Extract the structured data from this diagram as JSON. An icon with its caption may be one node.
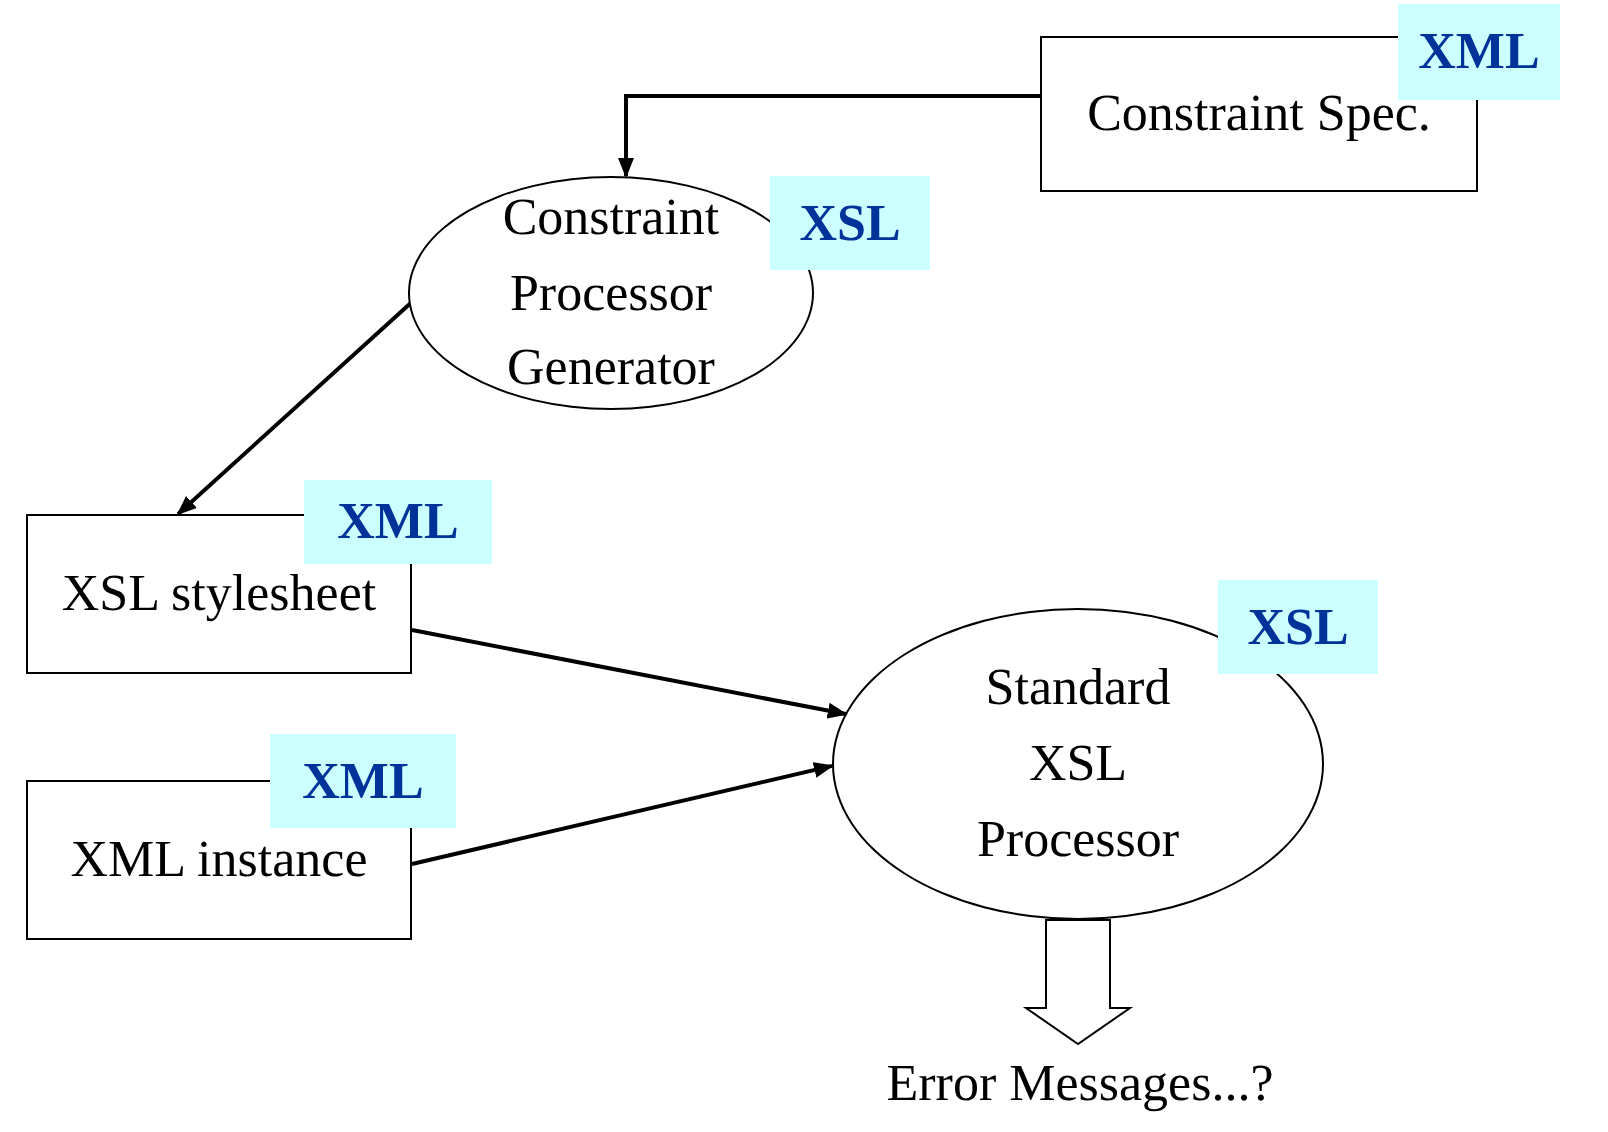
{
  "diagram": {
    "nodes": [
      {
        "text": [
          "Constraint Spec."
        ]
      },
      {
        "text": [
          "XML"
        ]
      },
      {
        "text": [
          "Constraint Processor Generator"
        ]
      },
      {
        "text": [
          "XSL"
        ]
      },
      {
        "text": [
          "XSL stylesheet"
        ]
      },
      {
        "text": [
          "XML"
        ]
      },
      {
        "text": [
          "XML instance"
        ]
      },
      {
        "text": [
          "XML"
        ]
      },
      {
        "text": [
          "Standard XSL Processor"
        ]
      },
      {
        "text": [
          "XSL"
        ]
      },
      {
        "text": [
          "Error Messages...?"
        ]
      }
    ],
    "edges": [
      {
        "from": 0,
        "to": 2,
        "arrow": "to"
      },
      {
        "from": 2,
        "to": 4,
        "arrow": "to"
      },
      {
        "from": 4,
        "to": 8,
        "arrow": "to"
      },
      {
        "from": 6,
        "to": 8,
        "arrow": "to"
      },
      {
        "from": 8,
        "to": 10,
        "arrow": "to",
        "style": "thick"
      }
    ]
  }
}
